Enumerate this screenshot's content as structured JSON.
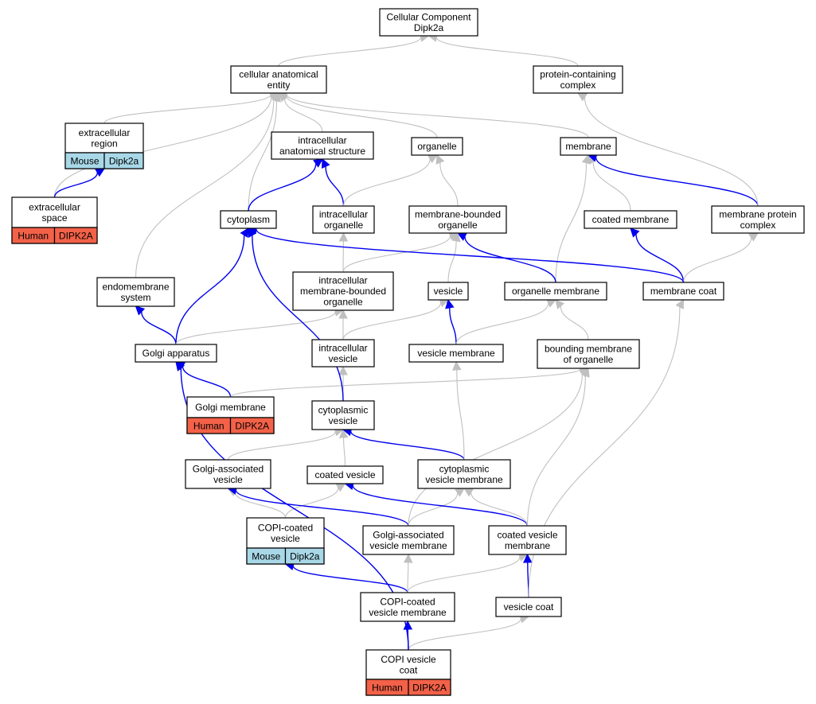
{
  "colors": {
    "is_a_edge": "#c0c0c0",
    "part_of_edge": "#0000ee",
    "human_tag": "#f26148",
    "mouse_tag": "#a8d8e8",
    "node_border": "#000000"
  },
  "nodes": [
    {
      "id": "root",
      "lines": [
        "Cellular Component",
        "Dipk2a"
      ]
    },
    {
      "id": "cae",
      "lines": [
        "cellular anatomical",
        "entity"
      ]
    },
    {
      "id": "pcc",
      "lines": [
        "protein-containing",
        "complex"
      ]
    },
    {
      "id": "exreg",
      "lines": [
        "extracellular",
        "region"
      ],
      "tags": [
        {
          "label": "Mouse",
          "kind": "mouse"
        },
        {
          "label": "Dipk2a",
          "kind": "mouse"
        }
      ]
    },
    {
      "id": "ias",
      "lines": [
        "intracellular",
        "anatomical structure"
      ]
    },
    {
      "id": "org",
      "lines": [
        "organelle"
      ]
    },
    {
      "id": "mem",
      "lines": [
        "membrane"
      ]
    },
    {
      "id": "exsp",
      "lines": [
        "extracellular",
        "space"
      ],
      "tags": [
        {
          "label": "Human",
          "kind": "human"
        },
        {
          "label": "DIPK2A",
          "kind": "human"
        }
      ]
    },
    {
      "id": "cyto",
      "lines": [
        "cytoplasm"
      ]
    },
    {
      "id": "iorg",
      "lines": [
        "intracellular",
        "organelle"
      ]
    },
    {
      "id": "mbo",
      "lines": [
        "membrane-bounded",
        "organelle"
      ]
    },
    {
      "id": "cmem",
      "lines": [
        "coated membrane"
      ]
    },
    {
      "id": "mpc",
      "lines": [
        "membrane protein",
        "complex"
      ]
    },
    {
      "id": "endo",
      "lines": [
        "endomembrane",
        "system"
      ]
    },
    {
      "id": "imbo",
      "lines": [
        "intracellular",
        "membrane-bounded",
        "organelle"
      ]
    },
    {
      "id": "ves",
      "lines": [
        "vesicle"
      ]
    },
    {
      "id": "orgmem",
      "lines": [
        "organelle membrane"
      ]
    },
    {
      "id": "mcoat",
      "lines": [
        "membrane coat"
      ]
    },
    {
      "id": "golgi",
      "lines": [
        "Golgi apparatus"
      ]
    },
    {
      "id": "ives",
      "lines": [
        "intracellular",
        "vesicle"
      ]
    },
    {
      "id": "vesmem",
      "lines": [
        "vesicle membrane"
      ]
    },
    {
      "id": "bmo",
      "lines": [
        "bounding membrane",
        "of organelle"
      ]
    },
    {
      "id": "golgimem",
      "lines": [
        "Golgi membrane"
      ],
      "tags": [
        {
          "label": "Human",
          "kind": "human"
        },
        {
          "label": "DIPK2A",
          "kind": "human"
        }
      ]
    },
    {
      "id": "cves",
      "lines": [
        "cytoplasmic",
        "vesicle"
      ]
    },
    {
      "id": "gav",
      "lines": [
        "Golgi-associated",
        "vesicle"
      ]
    },
    {
      "id": "coatves",
      "lines": [
        "coated vesicle"
      ]
    },
    {
      "id": "cvm",
      "lines": [
        "cytoplasmic",
        "vesicle membrane"
      ]
    },
    {
      "id": "copiv",
      "lines": [
        "COPI-coated",
        "vesicle"
      ],
      "tags": [
        {
          "label": "Mouse",
          "kind": "mouse"
        },
        {
          "label": "Dipk2a",
          "kind": "mouse"
        }
      ]
    },
    {
      "id": "gavm",
      "lines": [
        "Golgi-associated",
        "vesicle membrane"
      ]
    },
    {
      "id": "cvmem",
      "lines": [
        "coated vesicle",
        "membrane"
      ]
    },
    {
      "id": "copivm",
      "lines": [
        "COPI-coated",
        "vesicle membrane"
      ]
    },
    {
      "id": "vcoat",
      "lines": [
        "vesicle coat"
      ]
    },
    {
      "id": "copicoat",
      "lines": [
        "COPI vesicle",
        "coat"
      ],
      "tags": [
        {
          "label": "Human",
          "kind": "human"
        },
        {
          "label": "DIPK2A",
          "kind": "human"
        }
      ]
    }
  ],
  "edges": [
    {
      "from": "cae",
      "to": "root",
      "kind": "is_a"
    },
    {
      "from": "pcc",
      "to": "root",
      "kind": "is_a"
    },
    {
      "from": "exreg",
      "to": "cae",
      "kind": "is_a"
    },
    {
      "from": "exsp",
      "to": "cae",
      "kind": "is_a"
    },
    {
      "from": "exsp",
      "to": "exreg",
      "kind": "part_of"
    },
    {
      "from": "ias",
      "to": "cae",
      "kind": "is_a"
    },
    {
      "from": "org",
      "to": "cae",
      "kind": "is_a"
    },
    {
      "from": "mem",
      "to": "cae",
      "kind": "is_a"
    },
    {
      "from": "cyto",
      "to": "cae",
      "kind": "is_a"
    },
    {
      "from": "cyto",
      "to": "ias",
      "kind": "part_of"
    },
    {
      "from": "iorg",
      "to": "ias",
      "kind": "part_of"
    },
    {
      "from": "iorg",
      "to": "org",
      "kind": "is_a"
    },
    {
      "from": "mbo",
      "to": "org",
      "kind": "is_a"
    },
    {
      "from": "endo",
      "to": "cae",
      "kind": "is_a"
    },
    {
      "from": "cmem",
      "to": "mem",
      "kind": "is_a"
    },
    {
      "from": "mpc",
      "to": "mem",
      "kind": "part_of"
    },
    {
      "from": "mpc",
      "to": "pcc",
      "kind": "is_a"
    },
    {
      "from": "orgmem",
      "to": "mem",
      "kind": "is_a"
    },
    {
      "from": "orgmem",
      "to": "mbo",
      "kind": "part_of"
    },
    {
      "from": "imbo",
      "to": "iorg",
      "kind": "is_a"
    },
    {
      "from": "imbo",
      "to": "mbo",
      "kind": "is_a"
    },
    {
      "from": "ves",
      "to": "mbo",
      "kind": "is_a"
    },
    {
      "from": "mcoat",
      "to": "cmem",
      "kind": "part_of"
    },
    {
      "from": "mcoat",
      "to": "mpc",
      "kind": "is_a"
    },
    {
      "from": "mcoat",
      "to": "cyto",
      "kind": "part_of"
    },
    {
      "from": "golgi",
      "to": "endo",
      "kind": "part_of"
    },
    {
      "from": "golgi",
      "to": "cyto",
      "kind": "part_of"
    },
    {
      "from": "golgi",
      "to": "imbo",
      "kind": "is_a"
    },
    {
      "from": "ives",
      "to": "imbo",
      "kind": "is_a"
    },
    {
      "from": "ives",
      "to": "ves",
      "kind": "is_a"
    },
    {
      "from": "vesmem",
      "to": "ves",
      "kind": "part_of"
    },
    {
      "from": "vesmem",
      "to": "orgmem",
      "kind": "is_a"
    },
    {
      "from": "bmo",
      "to": "orgmem",
      "kind": "is_a"
    },
    {
      "from": "golgimem",
      "to": "golgi",
      "kind": "part_of"
    },
    {
      "from": "golgimem",
      "to": "bmo",
      "kind": "is_a"
    },
    {
      "from": "cves",
      "to": "ives",
      "kind": "is_a"
    },
    {
      "from": "cves",
      "to": "cyto",
      "kind": "part_of"
    },
    {
      "from": "gav",
      "to": "cves",
      "kind": "is_a"
    },
    {
      "from": "coatves",
      "to": "cves",
      "kind": "is_a"
    },
    {
      "from": "cvm",
      "to": "cves",
      "kind": "part_of"
    },
    {
      "from": "cvm",
      "to": "vesmem",
      "kind": "is_a"
    },
    {
      "from": "copiv",
      "to": "gav",
      "kind": "is_a"
    },
    {
      "from": "copiv",
      "to": "coatves",
      "kind": "is_a"
    },
    {
      "from": "gavm",
      "to": "gav",
      "kind": "part_of"
    },
    {
      "from": "gavm",
      "to": "cvm",
      "kind": "is_a"
    },
    {
      "from": "gavm",
      "to": "bmo",
      "kind": "is_a"
    },
    {
      "from": "cvmem",
      "to": "coatves",
      "kind": "part_of"
    },
    {
      "from": "cvmem",
      "to": "cvm",
      "kind": "is_a"
    },
    {
      "from": "cvmem",
      "to": "bmo",
      "kind": "is_a"
    },
    {
      "from": "copivm",
      "to": "copiv",
      "kind": "part_of"
    },
    {
      "from": "copivm",
      "to": "gavm",
      "kind": "is_a"
    },
    {
      "from": "copivm",
      "to": "cvmem",
      "kind": "is_a"
    },
    {
      "from": "vcoat",
      "to": "cvmem",
      "kind": "part_of"
    },
    {
      "from": "vcoat",
      "to": "mcoat",
      "kind": "is_a"
    },
    {
      "from": "copicoat",
      "to": "copivm",
      "kind": "part_of"
    },
    {
      "from": "copicoat",
      "to": "vcoat",
      "kind": "is_a"
    },
    {
      "from": "copicoat",
      "to": "golgi",
      "kind": "part_of"
    }
  ]
}
